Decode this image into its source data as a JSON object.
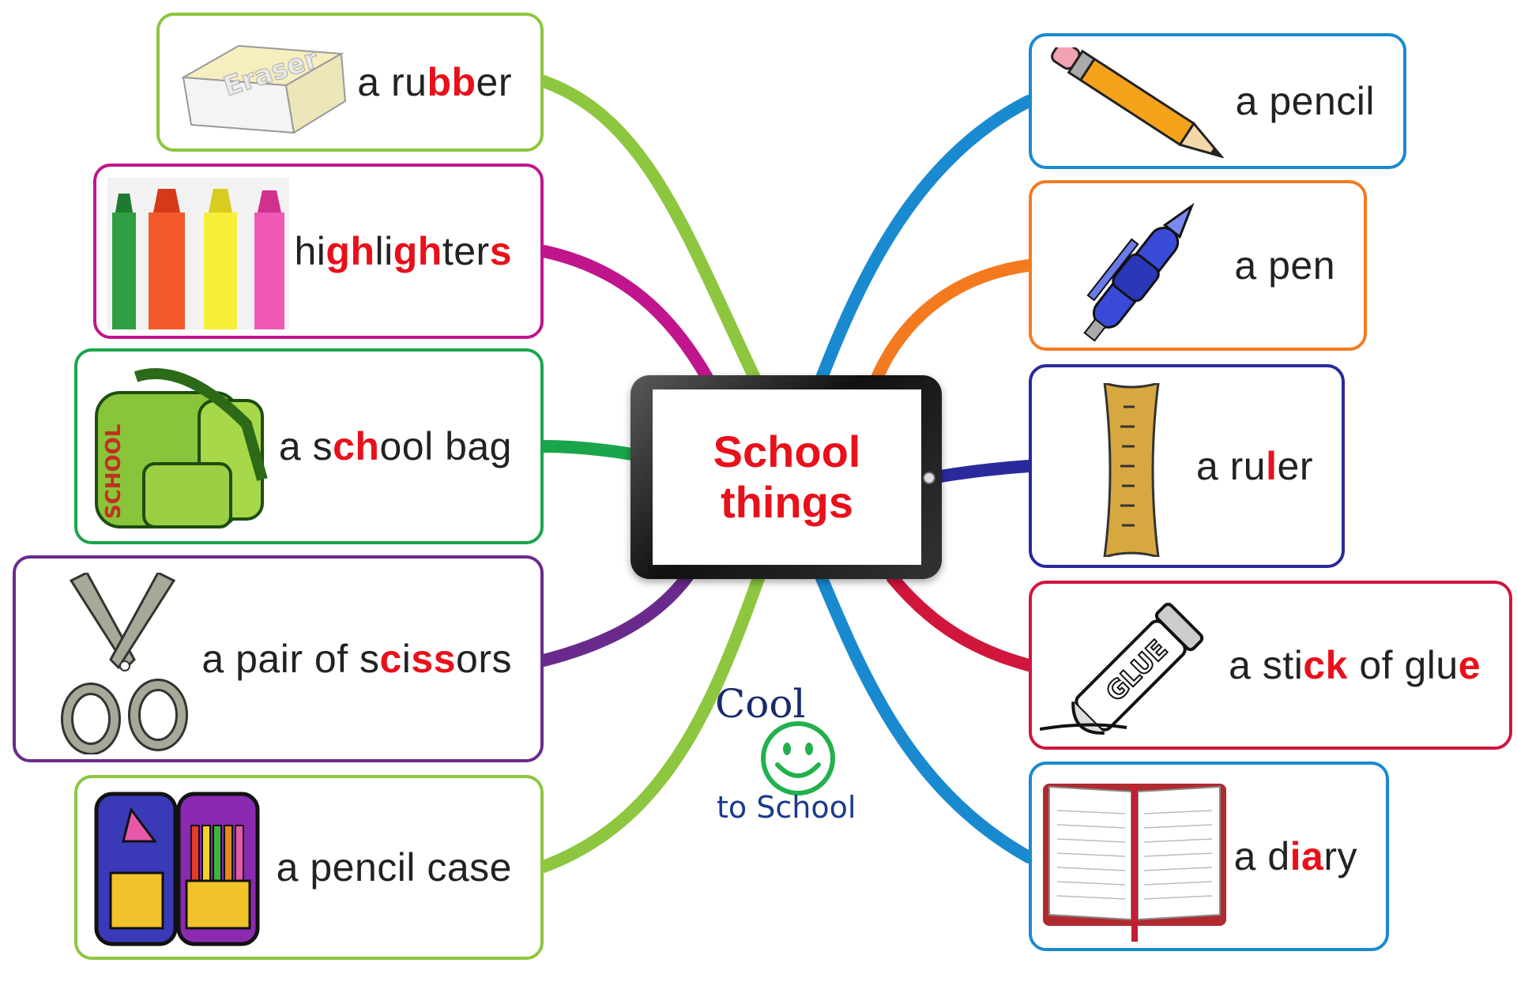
{
  "center": {
    "line1": "School",
    "line2": "things",
    "color": "#e8101a"
  },
  "logo": {
    "top": "Cool",
    "bottom": "to School",
    "icon": "smiley-icon",
    "smile_color": "#22b14c"
  },
  "items": [
    {
      "key": "rubber",
      "picture": "eraser-icon",
      "picture_text": "Eraser",
      "color": "#8dc63f",
      "label": [
        [
          "a ru",
          ""
        ],
        [
          "bb",
          "hl"
        ],
        [
          "er",
          ""
        ]
      ]
    },
    {
      "key": "highlighters",
      "picture": "highlighters-icon",
      "color": "#c0158c",
      "label": [
        [
          "hi",
          ""
        ],
        [
          "gh",
          "hl"
        ],
        [
          "li",
          ""
        ],
        [
          "gh",
          "hl"
        ],
        [
          "ter",
          ""
        ],
        [
          "s",
          "hl"
        ]
      ]
    },
    {
      "key": "school-bag",
      "picture": "school-bag-icon",
      "picture_text": "SCHOOL",
      "color": "#1aa54b",
      "label": [
        [
          "a s",
          ""
        ],
        [
          "ch",
          "hl"
        ],
        [
          "ool bag",
          ""
        ]
      ]
    },
    {
      "key": "scissors",
      "picture": "scissors-icon",
      "color": "#6a2a8c",
      "label": [
        [
          "a pair of s",
          ""
        ],
        [
          "c",
          "hl"
        ],
        [
          "i",
          ""
        ],
        [
          "ss",
          "hl"
        ],
        [
          "ors",
          ""
        ]
      ]
    },
    {
      "key": "pencil-case",
      "picture": "pencil-case-icon",
      "color": "#8dc63f",
      "label": [
        [
          "a pencil case",
          ""
        ]
      ]
    },
    {
      "key": "pencil",
      "picture": "pencil-icon",
      "color": "#1a8ad0",
      "label": [
        [
          "a pencil",
          ""
        ]
      ]
    },
    {
      "key": "pen",
      "picture": "pen-icon",
      "color": "#f47a20",
      "label": [
        [
          "a pen",
          ""
        ]
      ]
    },
    {
      "key": "ruler",
      "picture": "ruler-icon",
      "color": "#2a2a9c",
      "label": [
        [
          "a ru",
          ""
        ],
        [
          "l",
          "hl"
        ],
        [
          "er",
          ""
        ]
      ]
    },
    {
      "key": "glue",
      "picture": "glue-stick-icon",
      "picture_text": "GLUE",
      "color": "#d0163c",
      "label": [
        [
          "a sti",
          ""
        ],
        [
          "ck",
          "hl"
        ],
        [
          " of glu",
          ""
        ],
        [
          "e",
          "hl"
        ]
      ]
    },
    {
      "key": "diary",
      "picture": "diary-icon",
      "color": "#1a8ad0",
      "label": [
        [
          "a d",
          ""
        ],
        [
          "ia",
          "hl"
        ],
        [
          "ry",
          ""
        ]
      ]
    }
  ]
}
